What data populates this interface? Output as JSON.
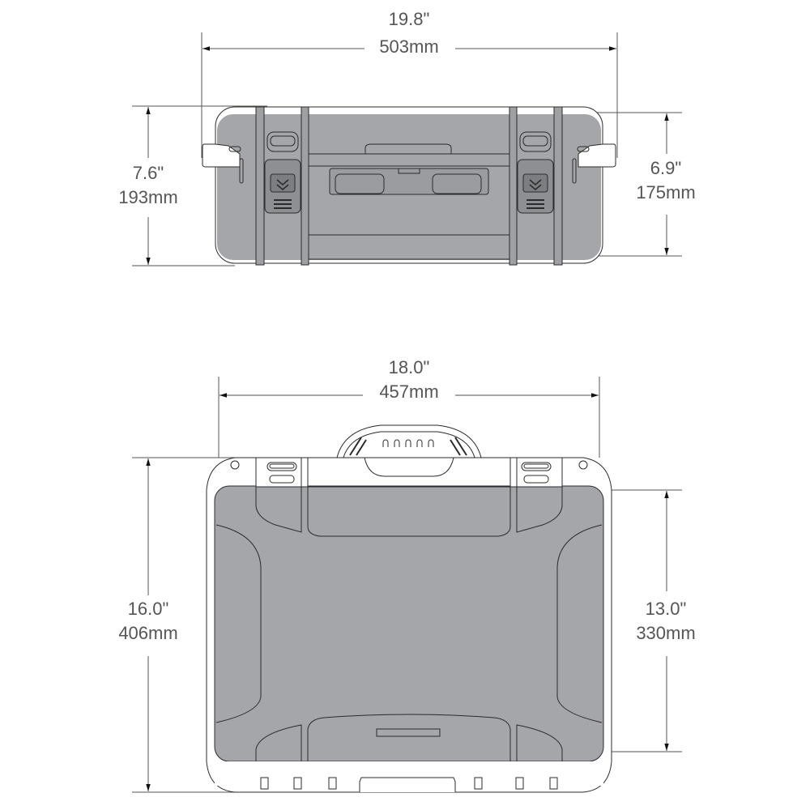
{
  "colors": {
    "case_fill": "#a4a6a9",
    "case_stroke": "#2b2b2b",
    "dimension_line": "#555555",
    "dimension_text": "#555555",
    "background": "#ffffff"
  },
  "front_view": {
    "overall_width": {
      "inches": "19.8\"",
      "mm": "503mm"
    },
    "overall_height": {
      "inches": "7.6\"",
      "mm": "193mm"
    },
    "body_height": {
      "inches": "6.9\"",
      "mm": "175mm"
    }
  },
  "top_view": {
    "body_width": {
      "inches": "18.0\"",
      "mm": "457mm"
    },
    "overall_depth": {
      "inches": "16.0\"",
      "mm": "406mm"
    },
    "lid_depth": {
      "inches": "13.0\"",
      "mm": "330mm"
    }
  }
}
